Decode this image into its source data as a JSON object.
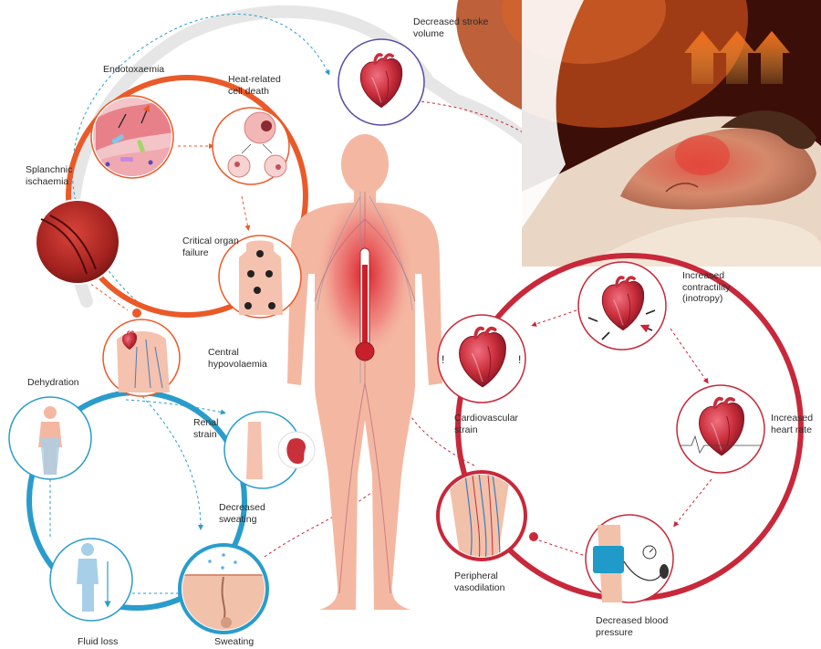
{
  "labels": {
    "endotoxaemia": "Endotoxaemia",
    "heat_cell_death": [
      "Heat-related",
      "cell death"
    ],
    "splanchnic": [
      "Splanchnic",
      "ischaemia"
    ],
    "critical_organ": [
      "Critical organ",
      "failure"
    ],
    "central_hypo": [
      "Central",
      "hypovolaemia"
    ],
    "dehydration": "Dehydration",
    "renal": [
      "Renal",
      "strain"
    ],
    "decreased_sweating": [
      "Decreased",
      "sweating"
    ],
    "fluid_loss": "Fluid loss",
    "sweating": "Sweating",
    "stroke_volume": [
      "Decreased stroke",
      "volume"
    ],
    "contractility": [
      "Increased",
      "contractility",
      "(inotropy)"
    ],
    "cardio_strain": [
      "Cardiovascular",
      "strain"
    ],
    "heart_rate": [
      "Increased",
      "heart rate"
    ],
    "vasodilation": [
      "Peripheral",
      "vasodilation"
    ],
    "blood_pressure": [
      "Decreased blood",
      "pressure"
    ]
  },
  "colors": {
    "orange_cycle": "#ea5a28",
    "blue_cycle": "#2a9ccb",
    "red_cycle": "#c8283a",
    "grey_arc": "#e2e2e2",
    "body_skin": "#f4b8a2",
    "heart_red": "#c92d3a",
    "heat_arrow": "#f26a1b"
  },
  "icons": [
    "heart-icon",
    "bacteria-icon",
    "cell-icon",
    "skull-icon",
    "kidney-icon",
    "sweat-drop-icon",
    "blood-pressure-cuff-icon",
    "thermometer-icon",
    "heat-arrow-icon"
  ]
}
